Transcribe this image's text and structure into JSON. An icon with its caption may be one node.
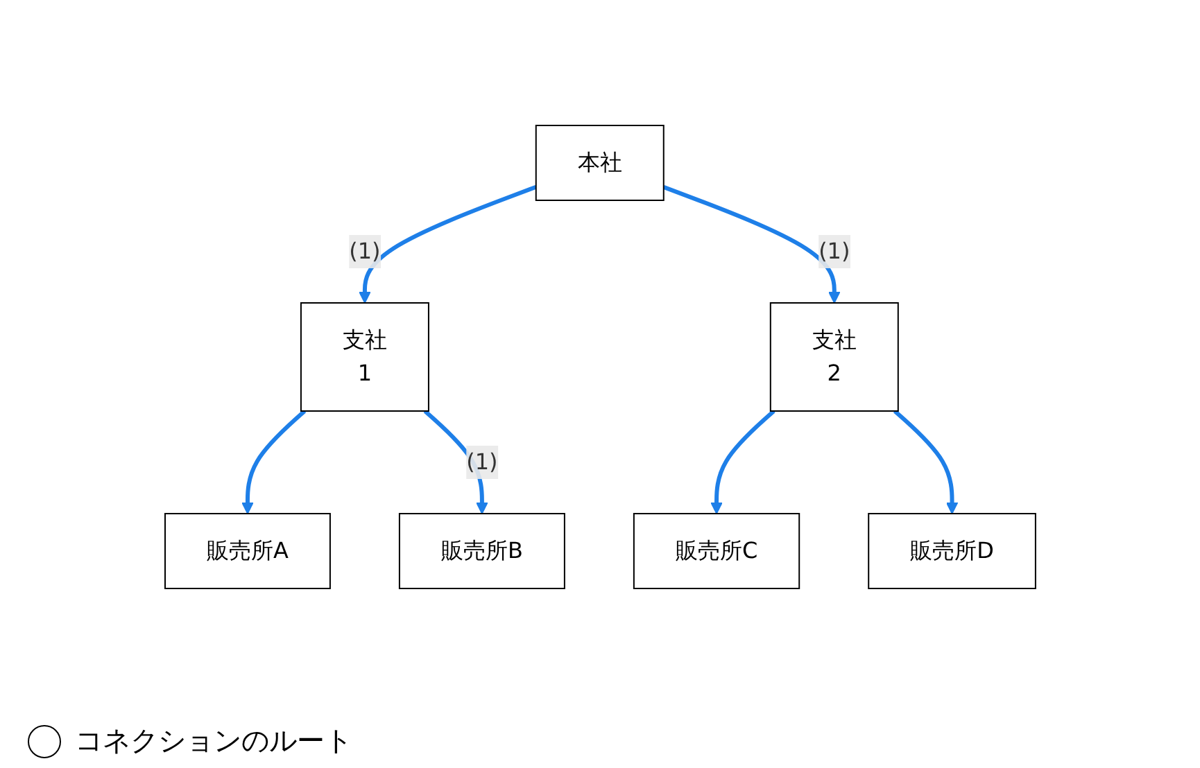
{
  "diagram": {
    "nodes": [
      {
        "text": [
          "本社"
        ]
      },
      {
        "text": [
          "支社",
          "1"
        ]
      },
      {
        "text": [
          "支社",
          "2"
        ]
      },
      {
        "text": [
          "販売所A"
        ]
      },
      {
        "text": [
          "販売所B"
        ]
      },
      {
        "text": [
          "販売所C"
        ]
      },
      {
        "text": [
          "販売所D"
        ]
      }
    ],
    "edges": [
      {
        "from": 0,
        "to": 1,
        "arrow": "to",
        "label": "(1)"
      },
      {
        "from": 0,
        "to": 2,
        "arrow": "to",
        "label": "(1)"
      },
      {
        "from": 1,
        "to": 3,
        "arrow": "to"
      },
      {
        "from": 1,
        "to": 4,
        "arrow": "to",
        "label": "(1)"
      },
      {
        "from": 2,
        "to": 5,
        "arrow": "to"
      },
      {
        "from": 2,
        "to": 6,
        "arrow": "to"
      }
    ],
    "legend": [
      {
        "text": "コネクションのルート"
      }
    ]
  }
}
